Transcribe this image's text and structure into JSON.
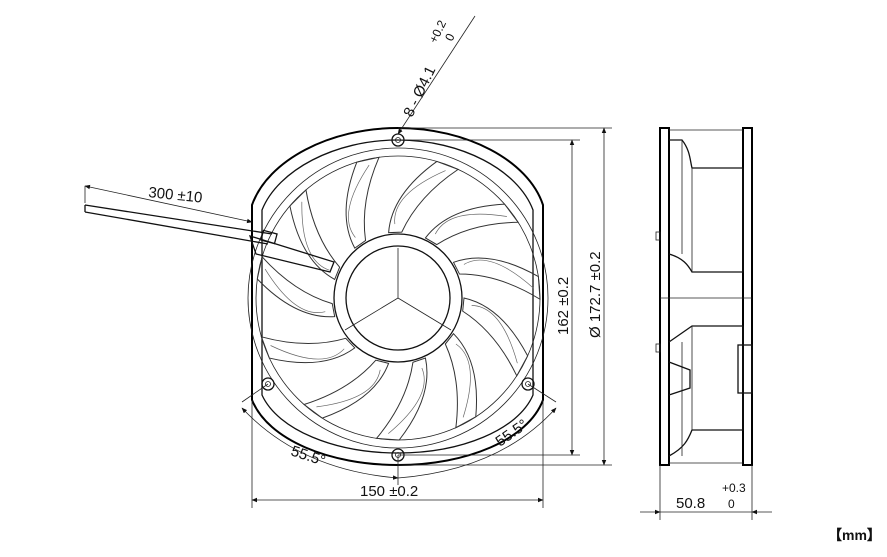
{
  "drawing": {
    "cable_length": "300 ±10",
    "hole_spec_prefix": "8 - ",
    "hole_spec_symbol": "Ø",
    "hole_spec_value": "4.1",
    "hole_tol_upper": "+0.2",
    "hole_tol_lower": "0",
    "height_dim": "162 ±0.2",
    "diameter_dim": "Ø 172.7 ±0.2",
    "width_dim": "150 ±0.2",
    "angle_left": "55.5°",
    "angle_right": "55.5°",
    "depth_value": "50.8",
    "depth_tol_upper": "+0.3",
    "depth_tol_lower": "0",
    "unit": "【mm】"
  }
}
